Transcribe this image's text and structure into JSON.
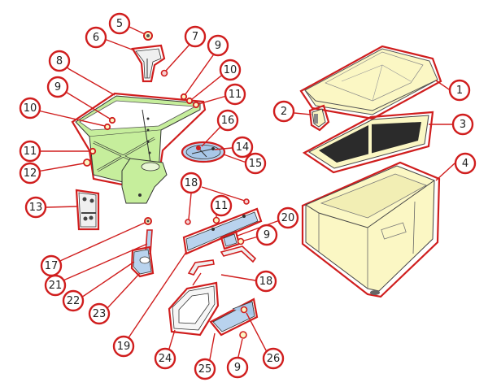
{
  "colors": {
    "callout_stroke": "#d01e1e",
    "frame_fill": "#c6ee9c",
    "hopper_fill": "#fbf7c4",
    "steel_fill": "#b9d3ee",
    "screen_fill": "#2b2b2b"
  },
  "parts": [
    {
      "id": "p1",
      "label": "1"
    },
    {
      "id": "p2",
      "label": "2"
    },
    {
      "id": "p3",
      "label": "3"
    },
    {
      "id": "p4",
      "label": "4"
    },
    {
      "id": "p5",
      "label": "5"
    },
    {
      "id": "p6",
      "label": "6"
    },
    {
      "id": "p7",
      "label": "7"
    },
    {
      "id": "p8",
      "label": "8"
    },
    {
      "id": "p9a",
      "label": "9"
    },
    {
      "id": "p9b",
      "label": "9"
    },
    {
      "id": "p9c",
      "label": "9"
    },
    {
      "id": "p9d",
      "label": "9"
    },
    {
      "id": "p10a",
      "label": "10"
    },
    {
      "id": "p10b",
      "label": "10"
    },
    {
      "id": "p11a",
      "label": "11"
    },
    {
      "id": "p11b",
      "label": "11"
    },
    {
      "id": "p11c",
      "label": "11"
    },
    {
      "id": "p12",
      "label": "12"
    },
    {
      "id": "p13",
      "label": "13"
    },
    {
      "id": "p14",
      "label": "14"
    },
    {
      "id": "p15",
      "label": "15"
    },
    {
      "id": "p16",
      "label": "16"
    },
    {
      "id": "p17",
      "label": "17"
    },
    {
      "id": "p18a",
      "label": "18"
    },
    {
      "id": "p18b",
      "label": "18"
    },
    {
      "id": "p19",
      "label": "19"
    },
    {
      "id": "p20",
      "label": "20"
    },
    {
      "id": "p21",
      "label": "21"
    },
    {
      "id": "p22",
      "label": "22"
    },
    {
      "id": "p23",
      "label": "23"
    },
    {
      "id": "p24",
      "label": "24"
    },
    {
      "id": "p25",
      "label": "25"
    },
    {
      "id": "p26",
      "label": "26"
    }
  ]
}
